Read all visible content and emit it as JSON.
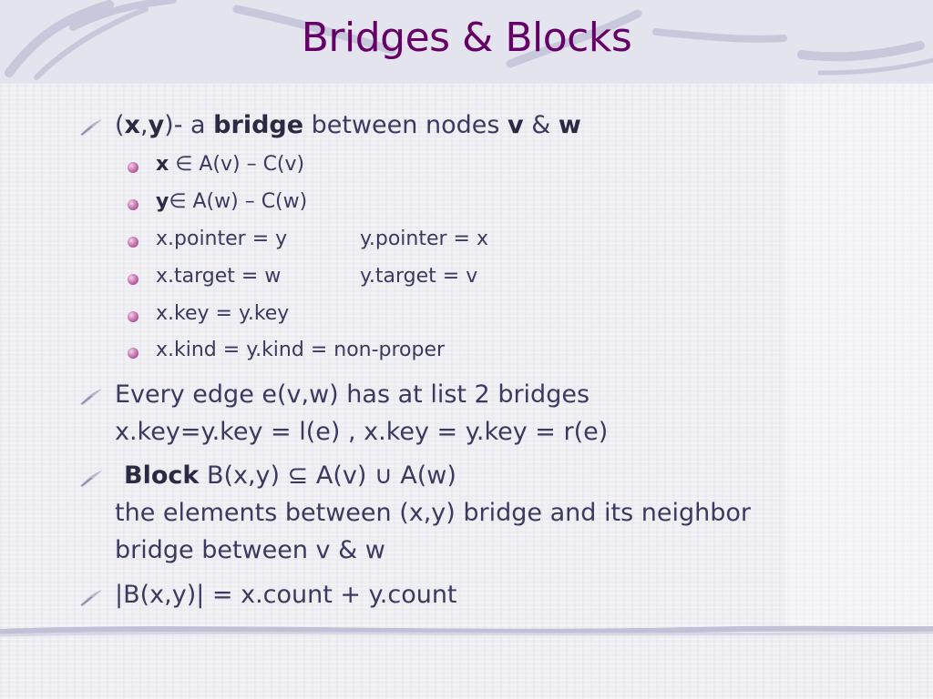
{
  "slide": {
    "title": "Bridges & Blocks",
    "bullets": [
      {
        "lines": [
          "(x,y)-  a bridge between nodes v & w"
        ],
        "parts": {
          "p1": "(",
          "x": "x",
          "comma": ",",
          "y": "y",
          "p2": ")-  a ",
          "bridge": "bridge",
          "p3": " between nodes ",
          "v": "v",
          "amp": " & ",
          "w": "w"
        },
        "sub": [
          {
            "bold": "x",
            "rest": " ∈ A(v) – C(v)"
          },
          {
            "bold": "y",
            "rest": "∈ A(w) – C(w)"
          },
          {
            "left": "x.pointer = y",
            "right": "y.pointer = x"
          },
          {
            "left": "x.target = w",
            "right": "y.target = v"
          },
          {
            "text": "x.key = y.key"
          },
          {
            "text": "x.kind = y.kind = non-proper"
          }
        ]
      },
      {
        "lines": [
          "Every edge e(v,w) has at list 2 bridges",
          "x.key=y.key = l(e) , x.key = y.key = r(e)"
        ]
      },
      {
        "bold": "Block",
        "rest": " B(x,y) ⊆ A(v) ∪ A(w)",
        "lines": [
          "the elements between (x,y) bridge and its neighbor",
          "bridge between v & w"
        ]
      },
      {
        "lines": [
          "|B(x,y)| = x.count + y.count"
        ]
      }
    ]
  },
  "colors": {
    "title": "#660066",
    "text": "#3a3a60",
    "accent": "#c06aa8"
  },
  "icons": {
    "level1": "quill-bullet-icon",
    "level2": "pink-sphere-bullet-icon"
  }
}
